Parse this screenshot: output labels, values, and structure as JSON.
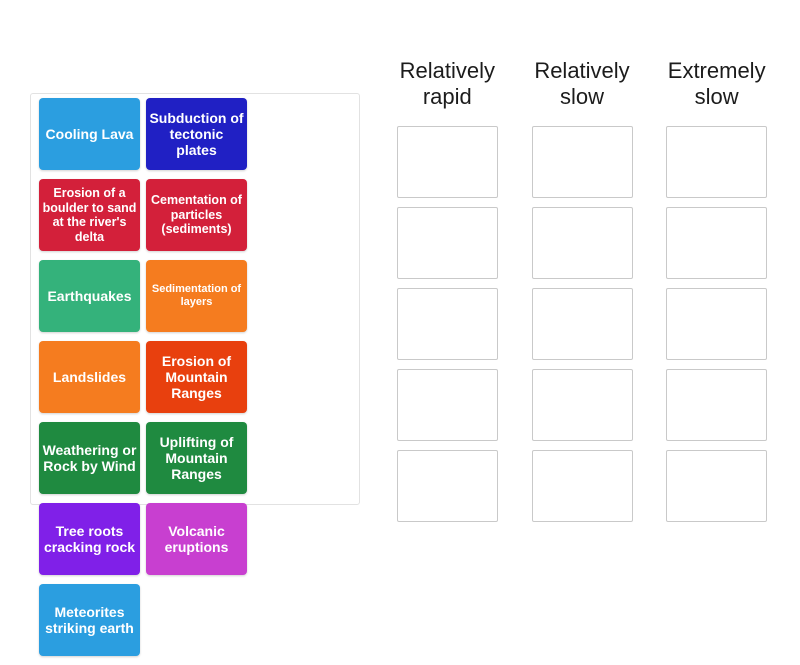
{
  "source_panel": {
    "name": "draggable-tiles-panel",
    "tiles": [
      {
        "label": "Cooling Lava",
        "color": "#2b9ee0",
        "text_size": "md"
      },
      {
        "label": "Subduction of tectonic plates",
        "color": "#2020c4",
        "text_size": "md"
      },
      {
        "label": "Erosion of a boulder to sand at the river's delta",
        "color": "#d3203a",
        "text_size": "sm"
      },
      {
        "label": "Cementation of particles (sediments)",
        "color": "#d3203a",
        "text_size": "sm"
      },
      {
        "label": "Earthquakes",
        "color": "#34b27b",
        "text_size": "md"
      },
      {
        "label": "Sedimentation of layers",
        "color": "#f57c1f",
        "text_size": "xs"
      },
      {
        "label": "Landslides",
        "color": "#f57c1f",
        "text_size": "md"
      },
      {
        "label": "Erosion of Mountain Ranges",
        "color": "#e8400e",
        "text_size": "md"
      },
      {
        "label": "Weathering or Rock by Wind",
        "color": "#1f8a40",
        "text_size": "md"
      },
      {
        "label": "Uplifting of Mountain Ranges",
        "color": "#1f8a40",
        "text_size": "md"
      },
      {
        "label": "Tree roots cracking rock",
        "color": "#8020e8",
        "text_size": "md"
      },
      {
        "label": "Volcanic eruptions",
        "color": "#c83fd0",
        "text_size": "md"
      },
      {
        "label": "Meteorites striking earth",
        "color": "#2b9ee0",
        "text_size": "md"
      }
    ]
  },
  "categories": [
    {
      "title": "Relatively\nrapid",
      "slots": 5
    },
    {
      "title": "Relatively\nslow",
      "slots": 5
    },
    {
      "title": "Extremely\nslow",
      "slots": 5
    }
  ],
  "colors": {
    "panel_border": "#e2e2e2",
    "dropzone_border": "#c9c9c9",
    "title_text": "#1c1c1c",
    "tile_text": "#ffffff",
    "background": "#ffffff"
  }
}
